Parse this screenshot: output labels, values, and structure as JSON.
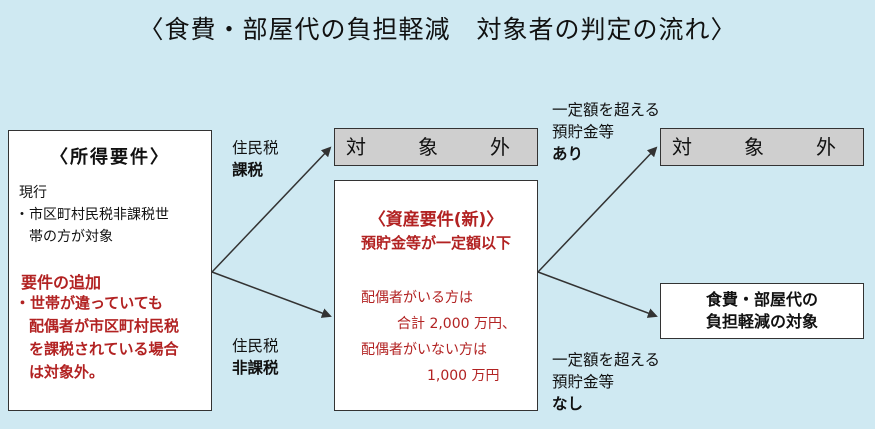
{
  "title": "〈食費・部屋代の負担軽減　対象者の判定の流れ〉",
  "income": {
    "heading": "〈所得要件〉",
    "current_label": "現行",
    "current_line1": "・市区町村民税非課税世",
    "current_line2": "帯の方が対象",
    "added_heading": "要件の追加",
    "added_line1": "・世帯が違っていても",
    "added_line2": "配偶者が市区町村民税",
    "added_line3": "を課税されている場合",
    "added_line4": "は対象外。"
  },
  "taxed": {
    "line1": "住民税",
    "line2": "課税"
  },
  "untaxed": {
    "line1": "住民税",
    "line2": "非課税"
  },
  "excluded_top": "対　象　外",
  "asset": {
    "heading": "〈資産要件(新)〉",
    "subheading": "預貯金等が一定額以下",
    "line1": "配偶者がいる方は",
    "line2": "合計 2,000 万円、",
    "line3": "配偶者がいない方は",
    "line4": "1,000 万円"
  },
  "over_yes": {
    "line1": "一定額を超える",
    "line2": "預貯金等",
    "line3": "あり"
  },
  "over_no": {
    "line1": "一定額を超える",
    "line2": "預貯金等",
    "line3": "なし"
  },
  "excluded_right": "対　象　外",
  "target": {
    "line1": "食費・部屋代の",
    "line2": "負担軽減の対象"
  },
  "colors": {
    "background": "#cfe9f2",
    "accent_red": "#b22222",
    "gray_box": "#cfcfcf"
  }
}
